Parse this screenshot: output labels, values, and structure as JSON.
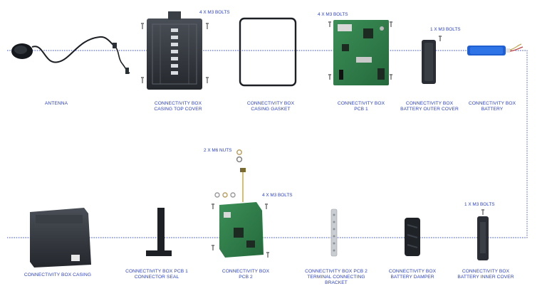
{
  "colors": {
    "label": "#2a3fc4",
    "dotted_line": "#3a4fd0",
    "component_dark": "#2b2f36",
    "pcb_green": "#2f7d4a",
    "battery_blue": "#1f5fd1"
  },
  "top_row": [
    {
      "key": "antenna",
      "lines": [
        "ANTENNA"
      ]
    },
    {
      "key": "top-cover",
      "lines": [
        "CONNECTIVITY BOX",
        "CASING TOP COVER"
      ]
    },
    {
      "key": "gasket",
      "lines": [
        "CONNECTIVITY BOX",
        "CASING GASKET"
      ]
    },
    {
      "key": "pcb1",
      "lines": [
        "CONNECTIVITY BOX",
        "PCB 1"
      ]
    },
    {
      "key": "battery-outer-cover",
      "lines": [
        "CONNECTIVITY BOX",
        "BATTERY OUTER COVER"
      ]
    },
    {
      "key": "battery",
      "lines": [
        "CONNECTIVITY BOX",
        "BATTERY"
      ]
    }
  ],
  "bottom_row": [
    {
      "key": "casing",
      "lines": [
        "CONNECTIVITY BOX CASING"
      ]
    },
    {
      "key": "pcb1-connector-seal",
      "lines": [
        "CONNECTIVITY BOX PCB 1",
        "CONNECTOR SEAL"
      ]
    },
    {
      "key": "pcb2",
      "lines": [
        "CONNECTIVITY BOX",
        "PCB 2"
      ]
    },
    {
      "key": "terminal-bracket",
      "lines": [
        "CONNECTIVITY BOX PCB 2",
        "TERMINAL CONNECTING",
        "BRACKET"
      ]
    },
    {
      "key": "battery-damper",
      "lines": [
        "CONNECTIVITY BOX",
        "BATTERY DAMPER"
      ]
    },
    {
      "key": "battery-inner-cover",
      "lines": [
        "CONNECTIVITY BOX",
        "BATTERY INNER COVER"
      ]
    }
  ],
  "hardware": {
    "top_cover_bolts": "4 X M3 BOLTS",
    "pcb1_bolts": "4 X M3 BOLTS",
    "battery_cover_bolts": "1 X M3 BOLTS",
    "pcb2_nuts": "2 X M6 NUTS",
    "pcb2_bolts": "4 X M3 BOLTS",
    "inner_cover_bolts": "1 X M3 BOLTS"
  },
  "icons": [
    "antenna-puck-icon",
    "bolt-icon",
    "nut-icon",
    "washer-icon"
  ]
}
